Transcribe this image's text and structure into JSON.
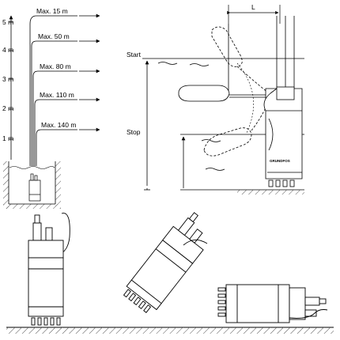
{
  "head_chart": {
    "levels": [
      {
        "height": "5 m",
        "max_length": "Max. 15 m"
      },
      {
        "height": "4 m",
        "max_length": "Max. 50 m"
      },
      {
        "height": "3 m",
        "max_length": "Max. 80 m"
      },
      {
        "height": "2 m",
        "max_length": "Max. 110 m"
      },
      {
        "height": "1 m",
        "max_length": "Max. 140 m"
      }
    ]
  },
  "float_switch": {
    "distance_label": "L",
    "start_label": "Start",
    "stop_label": "Stop",
    "brand_text": "GRUNDFOS"
  },
  "colors": {
    "line": "#000000",
    "background": "#ffffff",
    "hatch": "#555555"
  },
  "icons": [
    "pump-icon",
    "float-switch-icon",
    "arrow-icon"
  ]
}
